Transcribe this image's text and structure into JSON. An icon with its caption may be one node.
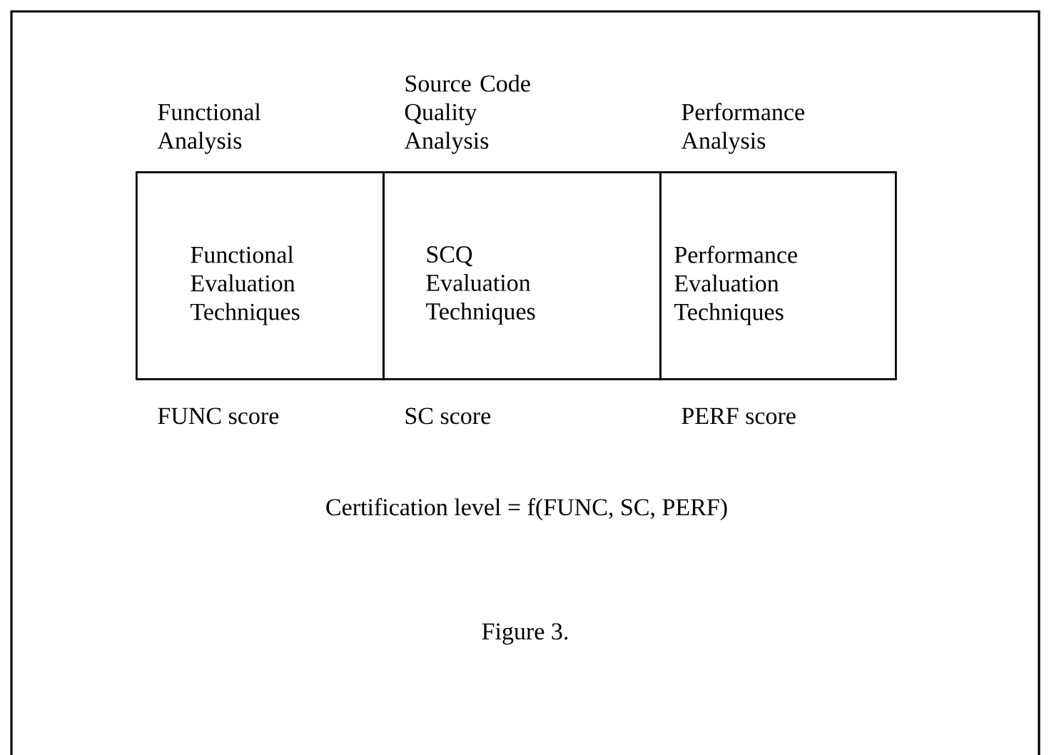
{
  "diagram": {
    "caption": "Figure 3.",
    "nodes": [
      {
        "text": [
          "Functional Analysis",
          "Functional Evaluation Techniques"
        ],
        "beside": [
          "FUNC score"
        ]
      },
      {
        "text": [
          "Source Code Quality Analysis",
          "SCQ Evaluation Techniques"
        ],
        "beside": [
          "SC score"
        ]
      },
      {
        "text": [
          "Performance Analysis",
          "Performance Evaluation Techniques"
        ],
        "beside": [
          "PERF score"
        ]
      }
    ],
    "labels": [
      "Certification level = f(FUNC, SC, PERF)"
    ]
  }
}
